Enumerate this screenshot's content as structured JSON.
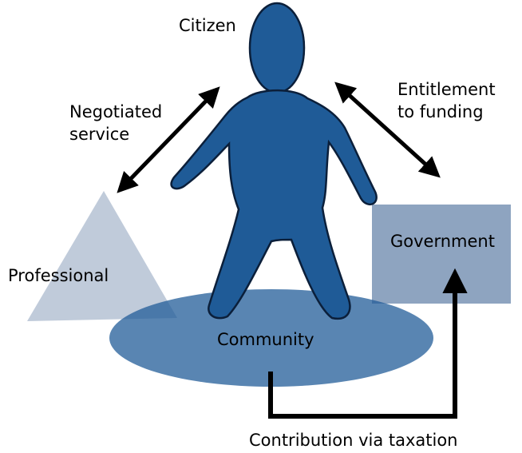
{
  "colors": {
    "figure": "#1f5b97",
    "figure_outline": "#0b1f3a",
    "community": "#5a84ae",
    "triangle": "#b9c5d6",
    "government": "#8ea4c0",
    "arrow": "#000000",
    "text": "#000000"
  },
  "labels": {
    "citizen": "Citizen",
    "negotiated_line1": "Negotiated",
    "negotiated_line2": "service",
    "entitlement_line1": "Entitlement",
    "entitlement_line2": "to funding",
    "professional": "Professional",
    "government": "Government",
    "community": "Community",
    "contribution": "Contribution via taxation"
  },
  "shapes": {
    "citizen": "person-figure",
    "professional": "triangle",
    "government": "rectangle",
    "community": "ellipse"
  }
}
